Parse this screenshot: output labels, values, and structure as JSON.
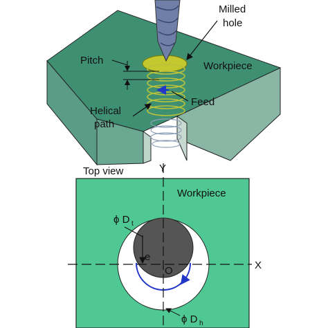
{
  "top_diagram": {
    "label_milled_hole_line1": "Milled",
    "label_milled_hole_line2": "hole",
    "label_pitch": "Pitch",
    "label_workpiece": "Workpiece",
    "label_feed": "Feed",
    "label_helical_line1": "Helical",
    "label_helical_line2": "path"
  },
  "top_view": {
    "caption": "Top view",
    "axis_y": "Y",
    "axis_x": "X",
    "label_workpiece": "Workpiece",
    "label_tool_diameter_symbol": "ϕ D",
    "label_tool_diameter_sub": "t",
    "label_hole_diameter_symbol": "ϕ D",
    "label_hole_diameter_sub": "h",
    "label_eccentricity": "e",
    "label_origin": "O"
  },
  "colors": {
    "workpiece_top": "#3f8f73",
    "workpiece_left": "#5a9c86",
    "workpiece_right": "#8ab6a6",
    "plan_fill": "#4fc893",
    "tool": "#6f7fa8",
    "helix": "#b9c23a",
    "feed_arrow": "#2236c8"
  }
}
